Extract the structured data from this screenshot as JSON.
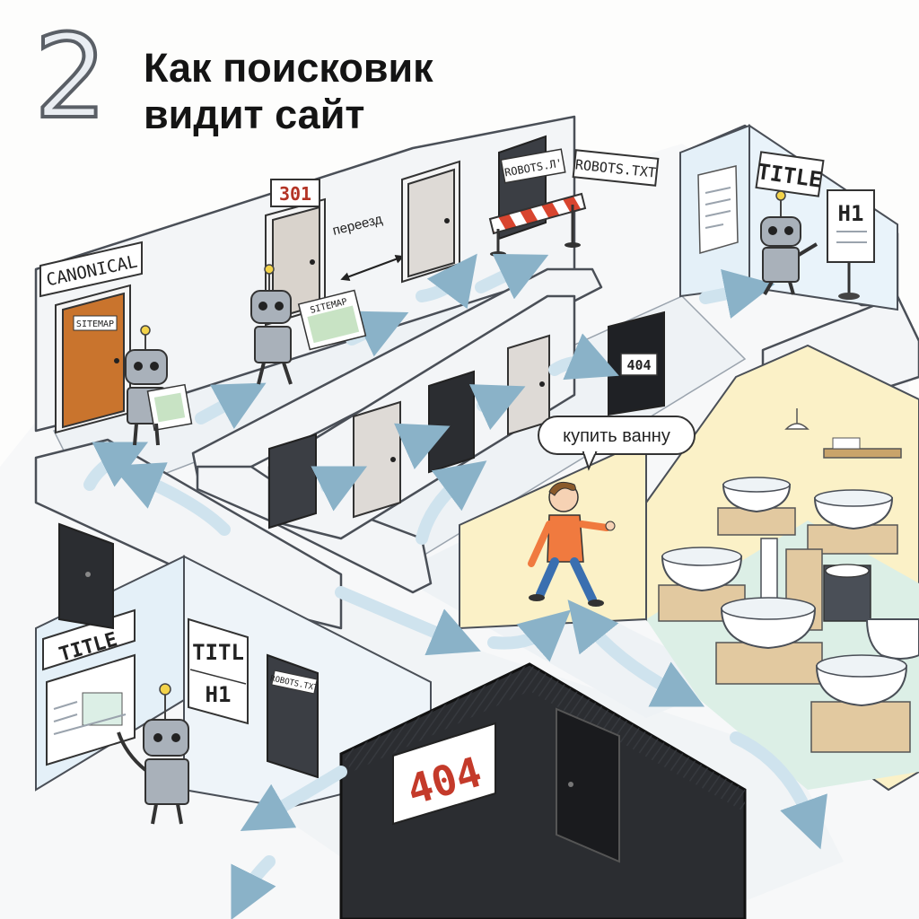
{
  "header": {
    "number": "2",
    "title_line1": "Как поисковик",
    "title_line2": "видит сайт"
  },
  "signs": {
    "canonical": "CANONICAL",
    "sitemap_door": "SITEMAP",
    "sitemap_map": "SITEMAP",
    "code_301": "301",
    "moving": "переезд",
    "robots_door": "ROBOTS.Л'",
    "robots_txt": "ROBOTS.TXT",
    "title_top": "TITLE",
    "h1_top": "H1",
    "code_404_small": "404",
    "speech": "купить ванну",
    "title_left": "TITLE",
    "titl_left": "TITL",
    "h1_left": "H1",
    "robots_left": "ROBOTS.TXT",
    "code_404_big": "404"
  },
  "colors": {
    "arrow": "#cfe3ee",
    "wall_blue": "#e4f0f8",
    "wall_yellow": "#fbf1c7",
    "floor_green": "#dcefe6",
    "pit": "#2b2d31",
    "shirt": "#f07a3f",
    "jeans": "#3a6fb0",
    "canonical_door": "#c9742d",
    "barrier_red": "#d8452f"
  }
}
